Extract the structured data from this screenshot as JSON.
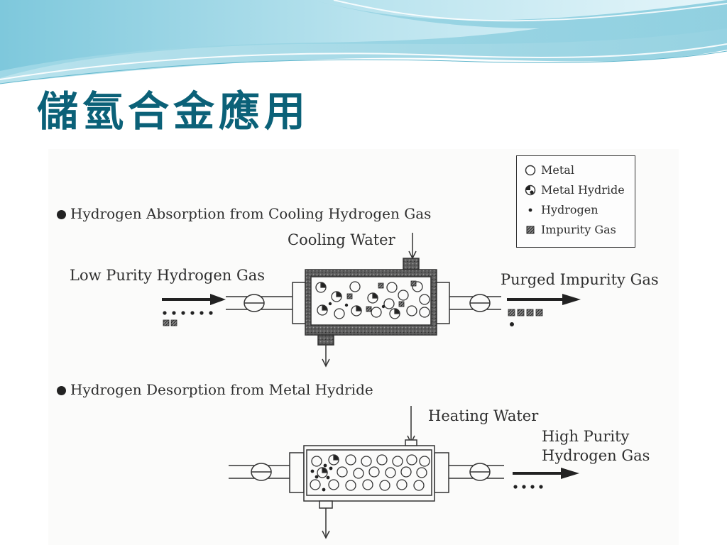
{
  "slide": {
    "title": "儲氫合金應用"
  },
  "absorption": {
    "header": "Hydrogen Absorption from Cooling Hydrogen Gas",
    "coolant_label": "Cooling Water",
    "inlet_label": "Low Purity Hydrogen Gas",
    "outlet_label": "Purged Impurity Gas"
  },
  "desorption": {
    "header": "Hydrogen Desorption from Metal Hydride",
    "coolant_label": "Heating Water",
    "outlet_label_line1": "High Purity",
    "outlet_label_line2": "Hydrogen Gas"
  },
  "legend": [
    {
      "symbol": "open-circle",
      "label": "Metal"
    },
    {
      "symbol": "half-filled-circle",
      "label": "Metal Hydride"
    },
    {
      "symbol": "small-dot",
      "label": "Hydrogen"
    },
    {
      "symbol": "hatched-square",
      "label": "Impurity Gas"
    }
  ],
  "colors": {
    "title": "#0b6178",
    "banner_light": "#d8f0f5",
    "banner_dark": "#7ec8dc"
  }
}
